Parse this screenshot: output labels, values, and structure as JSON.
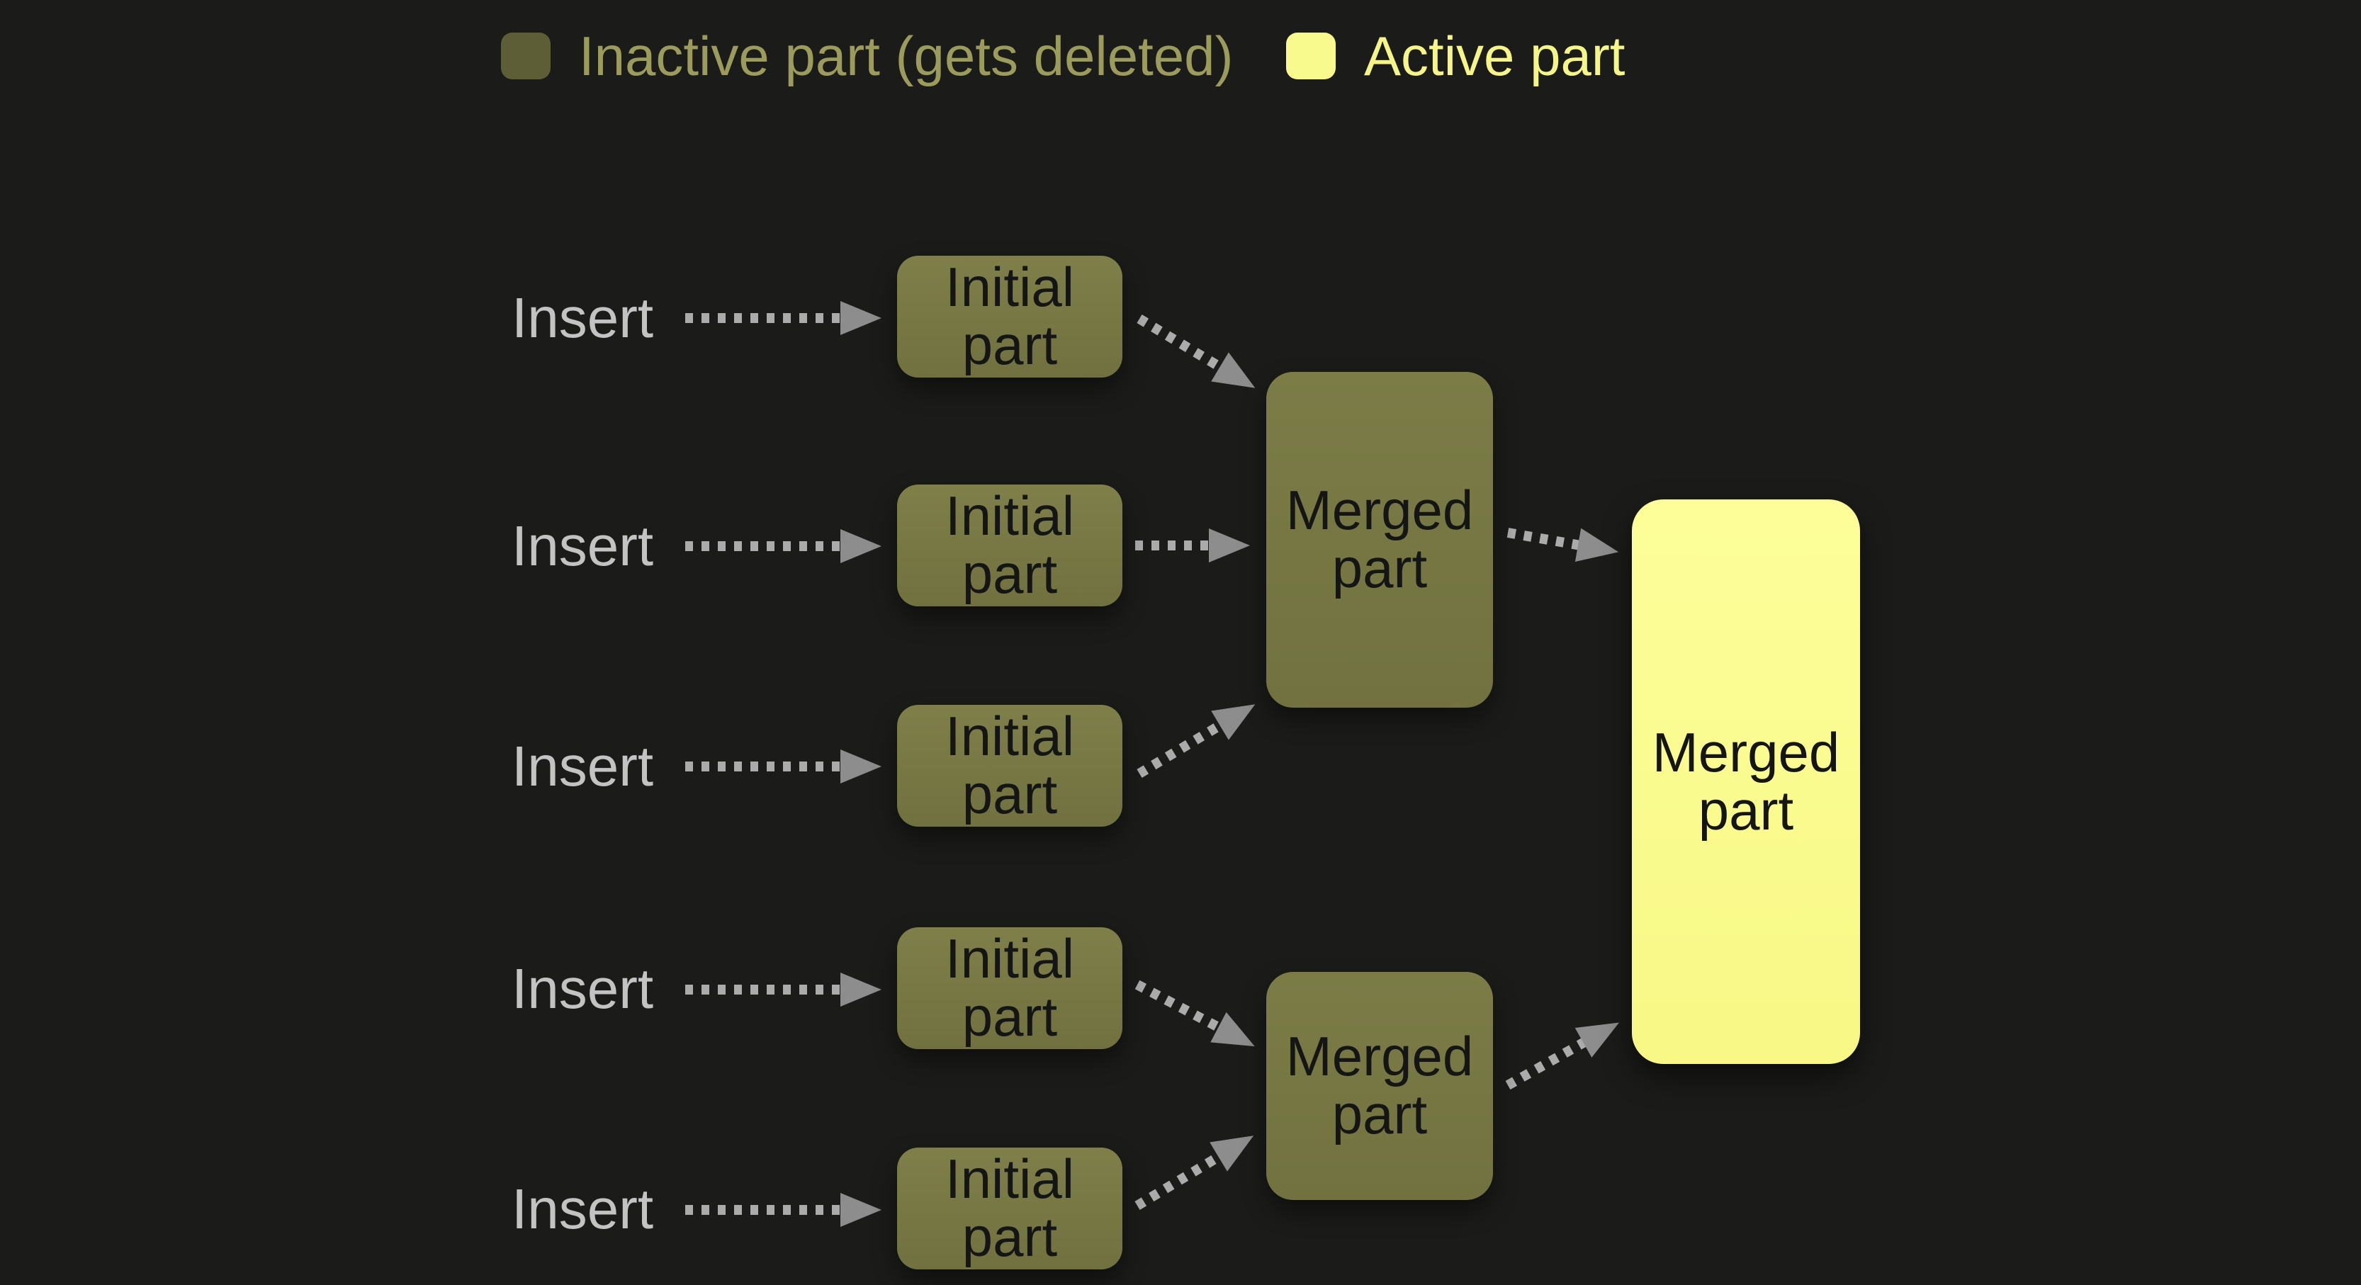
{
  "legend": {
    "items": [
      {
        "id": "inactive",
        "label": "Inactive part (gets deleted)",
        "swatch_color": "#5e5e36",
        "text_color": "#9b9b5c"
      },
      {
        "id": "active",
        "label": "Active part",
        "swatch_color": "#f9fa8d",
        "text_color": "#f5f687"
      }
    ]
  },
  "diagram": {
    "insert_labels": [
      "Insert",
      "Insert",
      "Insert",
      "Insert",
      "Insert"
    ],
    "initial_parts": [
      "Initial\npart",
      "Initial\npart",
      "Initial\npart",
      "Initial\npart",
      "Initial\npart"
    ],
    "merged_parts": [
      "Merged\npart",
      "Merged\npart"
    ],
    "final_part": "Merged\npart",
    "colors": {
      "background": "#1b1b1a",
      "inactive_fill": "#757641",
      "active_fill": "#fbfc8e",
      "node_text": "#151515",
      "insert_text": "#c3c3c3",
      "arrow": "#ababab",
      "arrowhead": "#8d8d8d"
    }
  }
}
